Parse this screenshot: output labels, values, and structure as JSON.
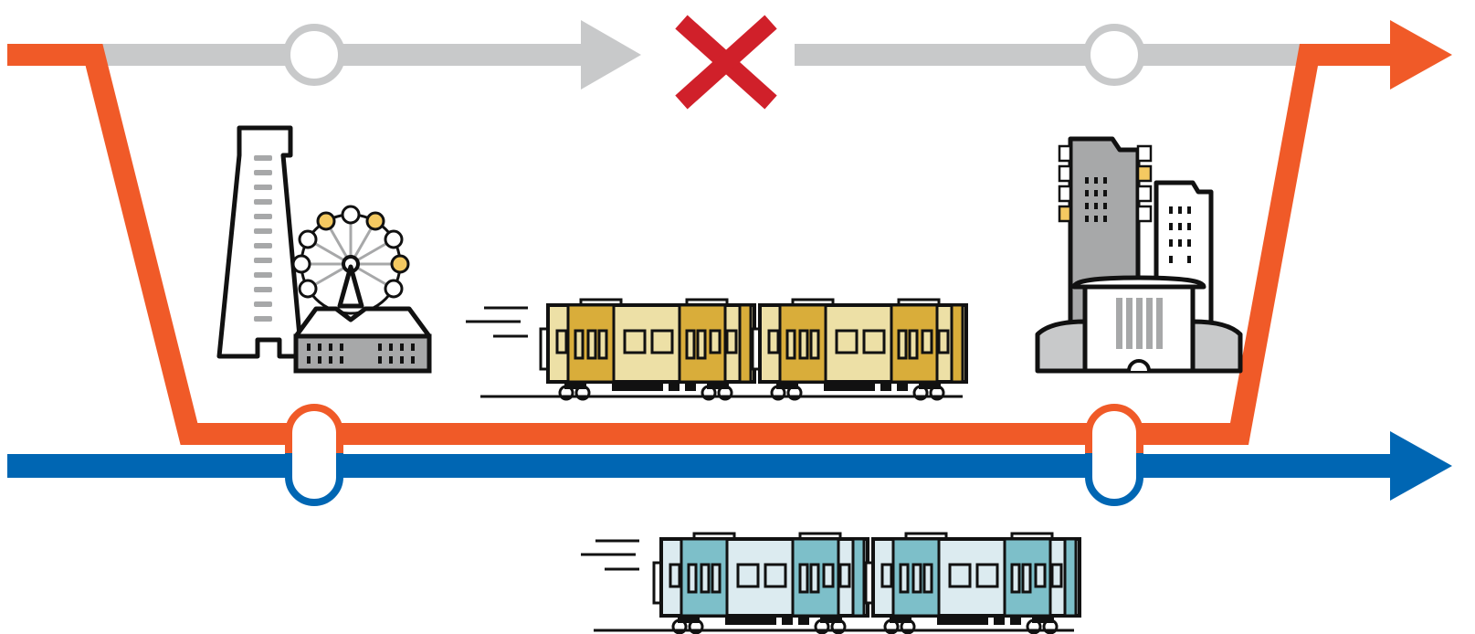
{
  "diagram": {
    "colors": {
      "orange_line": "#f05a28",
      "blue_line": "#0066b3",
      "gray_line": "#c8c9ca",
      "cross": "#d0202a",
      "yellow_train_body": "#ede0a6",
      "yellow_train_door": "#d9ad3a",
      "blue_train_body": "#dcebf0",
      "blue_train_door": "#7dbfc9",
      "building_gray": "#a7a8a9",
      "window_yellow": "#f4c961",
      "outline": "#111111"
    },
    "routes": [
      {
        "id": "gray-route",
        "state": "suspended",
        "icon": "cross-icon"
      },
      {
        "id": "orange-route",
        "state": "detour"
      },
      {
        "id": "blue-route",
        "state": "running"
      }
    ],
    "stations": [
      {
        "id": "left-station",
        "landmark": "tower-ferris-wheel-warehouse-icon"
      },
      {
        "id": "right-station",
        "landmark": "station-building-highrise-icon"
      }
    ],
    "trains": [
      {
        "id": "yellow-train",
        "icon": "train-icon",
        "cars": 2
      },
      {
        "id": "blue-train",
        "icon": "train-icon",
        "cars": 2
      }
    ]
  }
}
